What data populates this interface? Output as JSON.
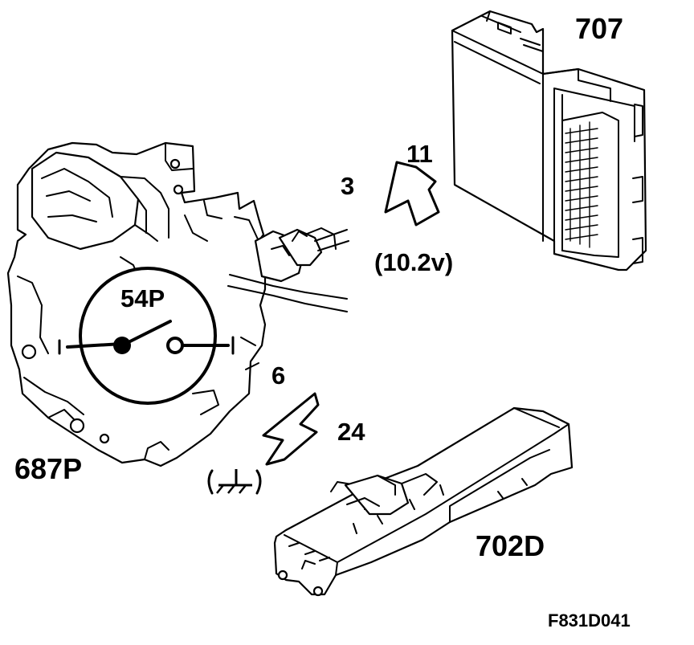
{
  "labels": {
    "ecu_number": "707",
    "switch_number": "702D",
    "sensor_number": "687P",
    "connector_label": "54P",
    "pin_signal": "3",
    "pin_ecu": "11",
    "voltage": "(10.2v)",
    "pin_ground_sensor": "6",
    "pin_ground": "24",
    "figure_code": "F831D041"
  }
}
